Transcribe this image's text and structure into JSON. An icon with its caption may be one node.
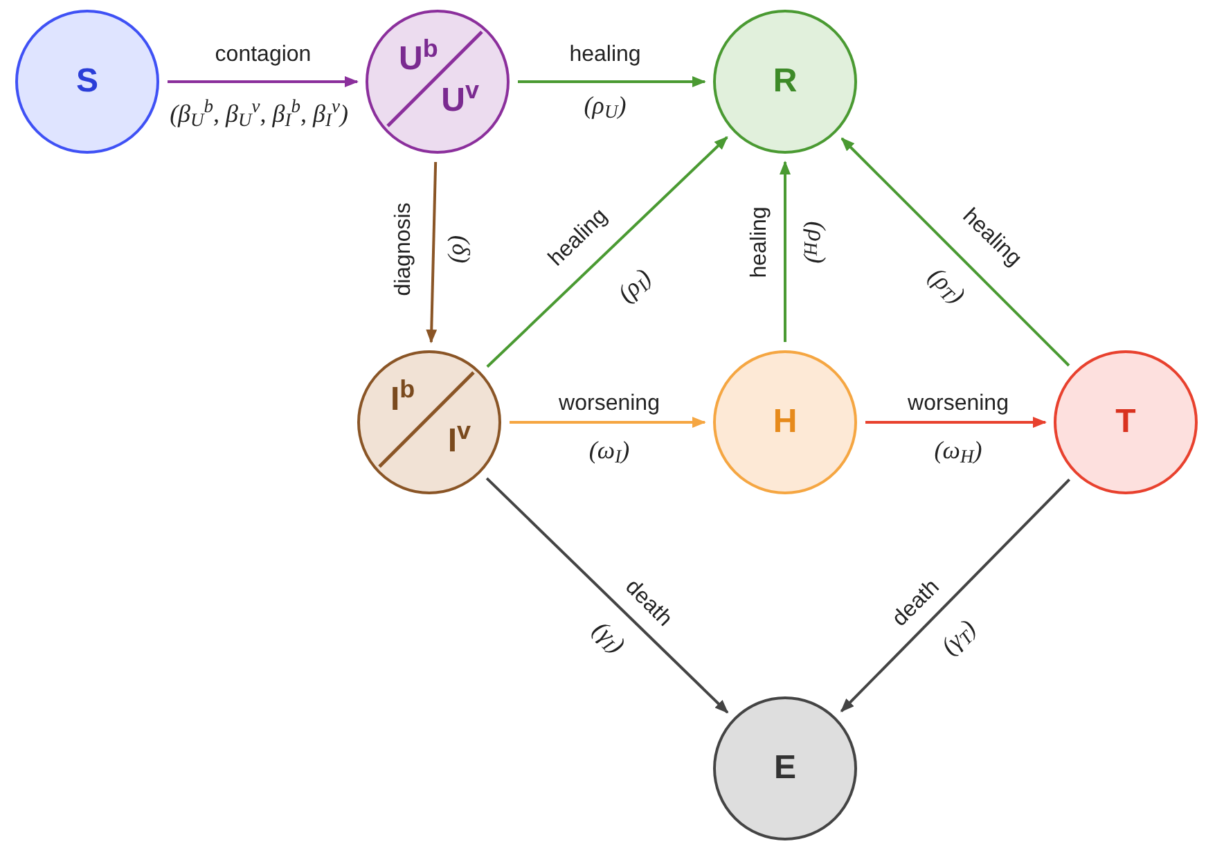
{
  "diagram": {
    "nodes": [
      {
        "text": [
          "S"
        ]
      },
      {
        "text": [
          "U$^{b}$",
          "U$^{v}$"
        ]
      },
      {
        "text": [
          "R"
        ]
      },
      {
        "text": [
          "I$^{b}$",
          "I$^{v}$"
        ]
      },
      {
        "text": [
          "H"
        ]
      },
      {
        "text": [
          "T"
        ]
      },
      {
        "text": [
          "E"
        ]
      }
    ],
    "edges": [
      {
        "from": 0,
        "to": 1,
        "arrow": "to",
        "label": "contagion",
        "color": "#8b2f9c"
      },
      {
        "from": 1,
        "to": 2,
        "arrow": "to",
        "label": "healing"
      },
      {
        "from": 1,
        "to": 3,
        "arrow": "to",
        "label": "diagnosis",
        "color": "#8a5526"
      },
      {
        "from": 3,
        "to": 2,
        "arrow": "to",
        "label": "healing"
      },
      {
        "from": 4,
        "to": 2,
        "arrow": "to",
        "label": "healing"
      },
      {
        "from": 5,
        "to": 2,
        "arrow": "to",
        "label": "healing"
      },
      {
        "from": 3,
        "to": 4,
        "arrow": "to",
        "label": "worsening",
        "color": "#f5a642"
      },
      {
        "from": 4,
        "to": 5,
        "arrow": "to",
        "label": "worsening",
        "color": "#e8412e"
      },
      {
        "from": 3,
        "to": 6,
        "arrow": "to",
        "label": "death",
        "color": "#444444"
      },
      {
        "from": 5,
        "to": 6,
        "arrow": "to",
        "label": "death",
        "color": "#444444"
      }
    ],
    "labels": [
      "(β$_{U}$$^{b}$, β$_{U}$$^{v}$, β$_{I}$$^{b}$, β$_{I}$$^{v}$)",
      "(ρ$_{U}$)",
      "(δ)",
      "(ρ$_{I}$)",
      "(ρ$_{H}$)",
      "(ρ$_{T}$)",
      "(ω$_{I}$)",
      "(ω$_{H}$)",
      "(γ$_{I}$)",
      "(γ$_{T}$)"
    ]
  }
}
